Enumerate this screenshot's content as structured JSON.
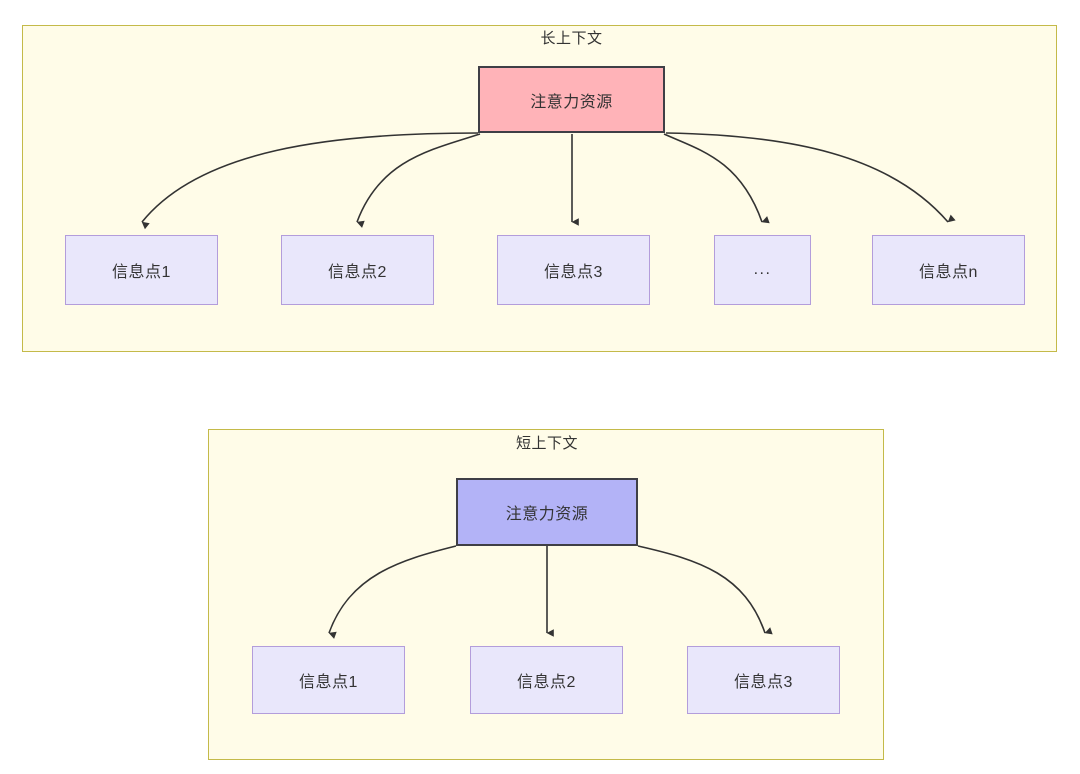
{
  "diagram": {
    "type": "flow-diagram",
    "background_color": "#ffffff",
    "panels": [
      {
        "id": "long-context",
        "title": "长上下文",
        "fill": "#fffce8",
        "stroke": "#c4ba49",
        "root": {
          "label": "注意力资源",
          "fill": "#ffb3b8",
          "stroke": "#3f3f46"
        },
        "children": [
          {
            "label": "信息点1"
          },
          {
            "label": "信息点2"
          },
          {
            "label": "信息点3"
          },
          {
            "label": "..."
          },
          {
            "label": "信息点n"
          }
        ],
        "child_style": {
          "fill": "#e9e7fb",
          "stroke": "#b39ddb"
        }
      },
      {
        "id": "short-context",
        "title": "短上下文",
        "fill": "#fffce8",
        "stroke": "#c4ba49",
        "root": {
          "label": "注意力资源",
          "fill": "#b3b3f7",
          "stroke": "#3f3f46"
        },
        "children": [
          {
            "label": "信息点1"
          },
          {
            "label": "信息点2"
          },
          {
            "label": "信息点3"
          }
        ],
        "child_style": {
          "fill": "#e9e7fb",
          "stroke": "#b39ddb"
        }
      }
    ],
    "edge_color": "#333333"
  }
}
